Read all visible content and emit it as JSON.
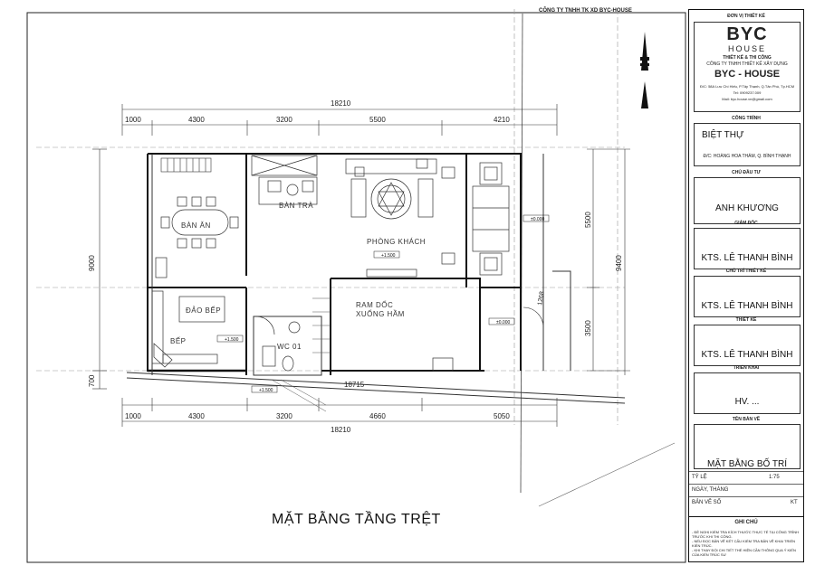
{
  "header_note": "CÔNG TY TNHH TK XD BYC-HOUSE",
  "drawing_title": "MẶT BẰNG TẦNG TRỆT",
  "dimensions": {
    "top_total": "18210",
    "top_segments": [
      "1000",
      "4300",
      "3200",
      "5500",
      "4210"
    ],
    "bottom_segments": [
      "1000",
      "4300",
      "3200",
      "4660",
      "5050"
    ],
    "bottom_total": "18210",
    "inner_dim": "18715",
    "left_overall": "9000",
    "left_lower": "700",
    "right_upper": "5500",
    "right_lower": "3500",
    "right_overall": "9400",
    "diag": "1268"
  },
  "rooms": {
    "dining": "BÀN ĂN",
    "tea": "BÀN TRÀ",
    "living": "PHÒNG KHÁCH",
    "island": "ĐẢO BẾP",
    "kitchen": "BẾP",
    "wc": "WC 01",
    "ramp_line1": "RAM DỐC",
    "ramp_line2": "XUỐNG HẦM"
  },
  "levels": {
    "living": "+1.500",
    "kitchen": "+1.500",
    "right_upper": "±0.000",
    "right_lower": "±0.000",
    "entry": "+1.500"
  },
  "title_block": {
    "design_unit_label": "ĐƠN VỊ THIẾT KẾ",
    "logo_main": "BYC",
    "logo_sub": "HOUSE",
    "logo_tag": "THIẾT KẾ & THI CÔNG",
    "company_line": "CÔNG TY TNHH THIẾT KẾ XÂY DỰNG",
    "brand": "BYC - HOUSE",
    "address": "Đ/C: 58A Lưu Chí Hiếu, P.Tây Thạnh, Q.Tân Phú, Tp.HCM",
    "phone": "Tel: 0909237.009",
    "mail": "Mail: byc.house.vn@gmail.com",
    "project_label": "CÔNG TRÌNH",
    "project_name": "BIỆT THỰ",
    "project_address": "Đ/C: HOÀNG HOA THÁM, Q. BÌNH THẠNH",
    "owner_label": "CHỦ ĐẦU TƯ",
    "owner": "ANH KHƯƠNG",
    "director_label": "GIÁM ĐỐC",
    "director": "KTS. LÊ THANH BÌNH",
    "chief_label": "CHỦ TRÌ THIẾT KẾ",
    "chief": "KTS. LÊ THANH BÌNH",
    "designer_label": "THIẾT KẾ",
    "designer": "KTS. LÊ THANH BÌNH",
    "deploy_label": "TRIỂN KHAI",
    "deploy": "HV. ...",
    "sheet_name_label": "TÊN BẢN VẼ",
    "sheet_name": "MẶT BẰNG BỐ TRÍ",
    "scale_label": "TỶ LỆ",
    "scale": "1:75",
    "date_label": "NGÀY, THÁNG",
    "sheet_no_label": "BẢN VẼ SỐ",
    "sheet_no": "KT",
    "notes_label": "GHI CHÚ",
    "notes": [
      "- ĐỀ NGHỊ KIỂM TRA KÍCH THƯỚC THỰC TẾ TẠI CÔNG TRÌNH TRƯỚC KHI THI CÔNG.",
      "- NẾU ĐỌC BẢN VẼ KẾT CẤU KIỂM TRA BẢN VẼ KHAI TRIỂN KIẾN TRÚC.",
      "- KHI THAY ĐỔI CHI TIẾT THỂ HIỆN CẦN THÔNG QUA Ý KIẾN CỦA KIẾN TRÚC SƯ"
    ]
  }
}
